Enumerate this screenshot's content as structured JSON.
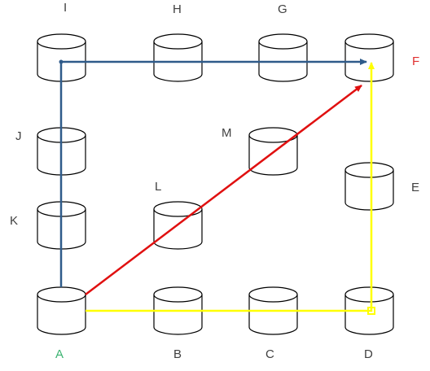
{
  "diagram": {
    "nodes": [
      {
        "id": "A",
        "label": "A",
        "label_color": "#3cb371"
      },
      {
        "id": "B",
        "label": "B",
        "label_color": "#404040"
      },
      {
        "id": "C",
        "label": "C",
        "label_color": "#404040"
      },
      {
        "id": "D",
        "label": "D",
        "label_color": "#404040"
      },
      {
        "id": "E",
        "label": "E",
        "label_color": "#404040"
      },
      {
        "id": "F",
        "label": "F",
        "label_color": "#e03030"
      },
      {
        "id": "G",
        "label": "G",
        "label_color": "#404040"
      },
      {
        "id": "H",
        "label": "H",
        "label_color": "#404040"
      },
      {
        "id": "I",
        "label": "I",
        "label_color": "#404040"
      },
      {
        "id": "J",
        "label": "J",
        "label_color": "#404040"
      },
      {
        "id": "K",
        "label": "K",
        "label_color": "#404040"
      },
      {
        "id": "L",
        "label": "L",
        "label_color": "#404040"
      },
      {
        "id": "M",
        "label": "M",
        "label_color": "#404040"
      }
    ],
    "paths": [
      {
        "id": "blue-path",
        "color": "#2f5b8a",
        "route": [
          "A",
          "I",
          "F"
        ]
      },
      {
        "id": "red-path",
        "color": "#e01010",
        "route": [
          "A",
          "F"
        ]
      },
      {
        "id": "yellow-path",
        "color": "#ffff00",
        "route": [
          "A",
          "D",
          "F"
        ]
      }
    ]
  }
}
